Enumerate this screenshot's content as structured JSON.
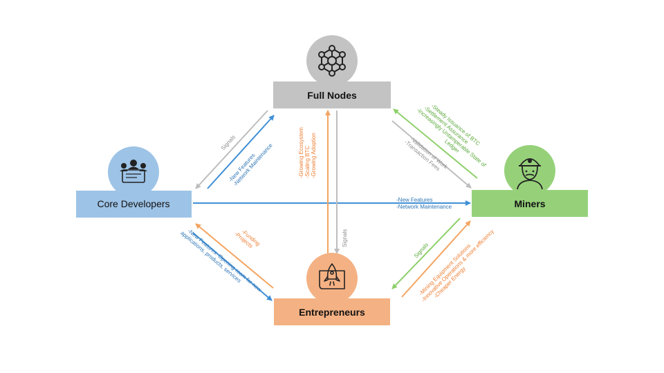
{
  "nodes": {
    "full_nodes": {
      "label": "Full Nodes",
      "color": "#c3c3c3",
      "icon": "network-nodes-icon"
    },
    "core_developers": {
      "label": "Core Developers",
      "color": "#9dc3e6",
      "icon": "developers-team-icon"
    },
    "miners": {
      "label": "Miners",
      "color": "#96d17a",
      "icon": "miner-icon"
    },
    "entrepreneurs": {
      "label": "Entrepreneurs",
      "color": "#f4b183",
      "icon": "rocket-blueprint-icon"
    }
  },
  "colors": {
    "grey": "#bdbdbd",
    "blue": "#3f8fd6",
    "green": "#8ed06a",
    "orange": "#f4a460",
    "blue_text": "#2e75b6",
    "orange_text": "#ed7d31",
    "green_text": "#5aa83a",
    "grey_text": "#8c8c8c"
  },
  "edges": {
    "fn_to_cd": [
      "Signals"
    ],
    "cd_to_fn": [
      "-New Features",
      "-Network Maintenance"
    ],
    "cd_to_miners": [
      "-New Features",
      "-Network Maintenance"
    ],
    "miners_to_fn": [
      "-Steady Issuance of BTC",
      "-Settlement Assurance",
      "-Increasingly Untamperable State of",
      "Ledger"
    ],
    "fn_to_miners": [
      "-Validation of Work",
      "-Transaction Fees"
    ],
    "ent_to_fn": [
      "-Growing Ecosystem",
      "-Scaling BTC",
      "-Growing Adoption"
    ],
    "fn_to_ent": [
      "Signals"
    ],
    "ent_to_cd": [
      "-Funding",
      "-Projects"
    ],
    "cd_to_ent": [
      "-New Features: Opening room for new",
      "applications, products, services"
    ],
    "miners_to_ent": [
      "Signals"
    ],
    "ent_to_miners": [
      "-Mining Equipment Solutions",
      "-Innovative Operations & more efficiency",
      "-Cheaper Energy"
    ]
  }
}
